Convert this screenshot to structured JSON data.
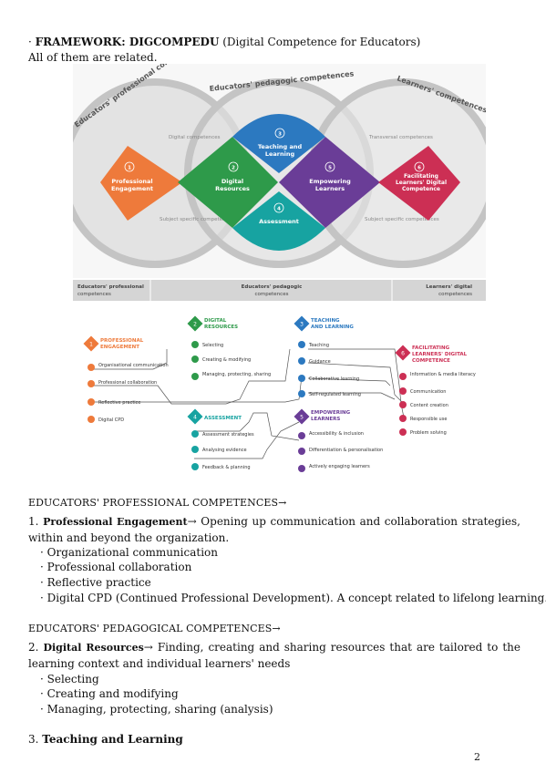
{
  "header": {
    "bullet": "·",
    "framework_bold": "FRAMEWORK: DIGCOMPEDU",
    "framework_rest": " (Digital Competence for Educators)",
    "related": "All of them are related."
  },
  "figure1": {
    "arc_left": "Educators' professional competences",
    "arc_mid": "Educators' pedagogic competences",
    "arc_right": "Learners' competences",
    "digital_competences": "Digital competences",
    "subject_specific": "Subject specific competences",
    "transversal": "Transversal competences",
    "subject_specific_right": "Subject specific competences",
    "n1": "1",
    "label1a": "Professional",
    "label1b": "Engagement",
    "n2": "2",
    "label2a": "Digital",
    "label2b": "Resources",
    "n3": "3",
    "label3a": "Teaching and",
    "label3b": "Learning",
    "n4": "4",
    "label4": "Assessment",
    "n5": "5",
    "label5a": "Empowering",
    "label5b": "Learners",
    "n6": "6",
    "label6a": "Facilitating",
    "label6b": "Learners' Digital",
    "label6c": "Competence",
    "bar_left_a": "Educators' professional",
    "bar_left_b": "competences",
    "bar_mid_a": "Educators' pedagogic",
    "bar_mid_b": "competences",
    "bar_right_a": "Learners' digital",
    "bar_right_b": "competences",
    "colors": {
      "orange": "#ee7a3b",
      "green": "#2e9a4a",
      "blue": "#2c79c0",
      "teal": "#17a3a1",
      "purple": "#6a3d97",
      "red": "#cc2f54",
      "grey": "#c9c9c9"
    }
  },
  "figure2": {
    "pe_title_a": "PROFESSIONAL",
    "pe_title_b": "ENGAGEMENT",
    "pe_items": [
      "Organisational communication",
      "Professional collaboration",
      "Reflective practice",
      "Digital CPD"
    ],
    "dr_title_a": "DIGITAL",
    "dr_title_b": "RESOURCES",
    "dr_items": [
      "Selecting",
      "Creating & modifying",
      "Managing, protecting, sharing"
    ],
    "as_title": "ASSESSMENT",
    "as_items": [
      "Assessment strategies",
      "Analysing evidence",
      "Feedback & planning"
    ],
    "tl_title_a": "TEACHING",
    "tl_title_b": "AND LEARNING",
    "tl_items": [
      "Teaching",
      "Guidance",
      "Collaborative learning",
      "Self-regulated learning"
    ],
    "el_title_a": "EMPOWERING",
    "el_title_b": "LEARNERS",
    "el_items": [
      "Accessibility & inclusion",
      "Differentiation & personalisation",
      "Actively engaging learners"
    ],
    "fl_title_a": "FACILITATING",
    "fl_title_b": "LEARNERS' DIGITAL",
    "fl_title_c": "COMPETENCE",
    "fl_items": [
      "Information & media literacy",
      "Communication",
      "Content creation",
      "Responsible use",
      "Problem solving"
    ]
  },
  "body": {
    "sec1": "EDUCATORS' PROFESSIONAL COMPETENCES→",
    "p1_num": "1. ",
    "p1_bold": "Professional Engagement",
    "p1_text": "→ Opening up communication and collaboration strategies, within and beyond the organization.",
    "b1": [
      "· Organizational communication",
      "· Professional collaboration",
      "· Reflective practice",
      "· Digital CPD (Continued Professional Development). A concept related to lifelong learning."
    ],
    "sec2": "EDUCATORS' PEDAGOGICAL COMPETENCES→",
    "p2_num": "2. ",
    "p2_bold": "Digital Resources",
    "p2_text": "→ Finding, creating and sharing resources that are tailored to the learning context and individual learners' needs",
    "b2": [
      "· Selecting",
      "· Creating and modifying",
      "· Managing, protecting, sharing (analysis)"
    ],
    "p3_num": "3. ",
    "p3_bold": "Teaching and Learning"
  },
  "page_number": "2"
}
